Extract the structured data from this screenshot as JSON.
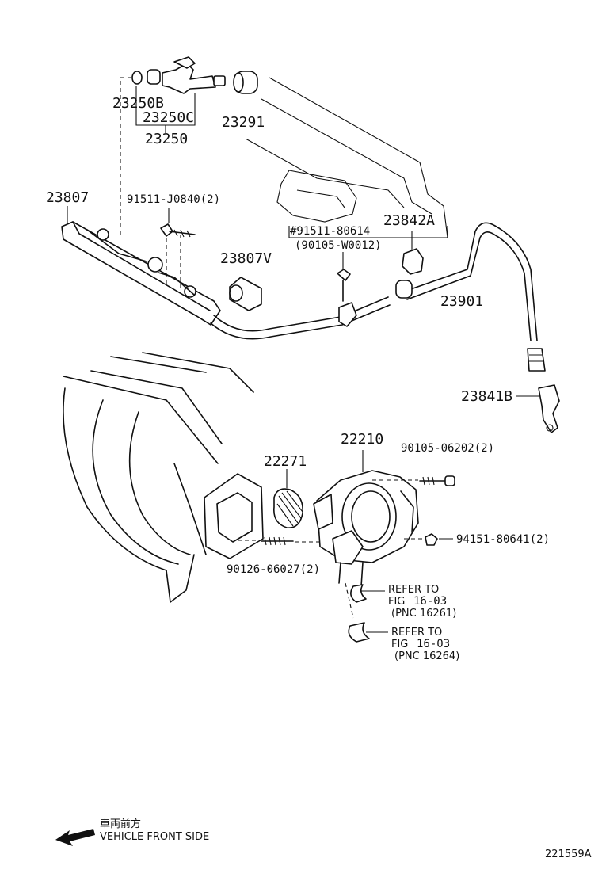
{
  "labels": {
    "p23250B": "23250B",
    "p23250C": "23250C",
    "p23250": "23250",
    "p23291": "23291",
    "p23807": "23807",
    "p91511_j0840": "91511-J0840(2)",
    "p91511_80614": "#91511-80614",
    "p90105_w0012": "(90105-W0012)",
    "p23842A": "23842A",
    "p23807V": "23807V",
    "p23901": "23901",
    "p23841B": "23841B",
    "p22210": "22210",
    "p22271": "22271",
    "p90105_06202": "90105-06202(2)",
    "p94151_80641": "94151-80641(2)",
    "p90126_06027": "90126-06027(2)"
  },
  "references": [
    {
      "line1": "REFER TO",
      "line2_prefix": "FIG",
      "line2_fig": "16-03",
      "pnc": "(PNC 16261)"
    },
    {
      "line1": "REFER TO",
      "line2_prefix": "FIG",
      "line2_fig": "16-03",
      "pnc": "(PNC 16264)"
    }
  ],
  "footer": {
    "direction_jp": "車両前方",
    "direction_en": "VEHICLE FRONT SIDE",
    "diagram_id": "221559A"
  }
}
